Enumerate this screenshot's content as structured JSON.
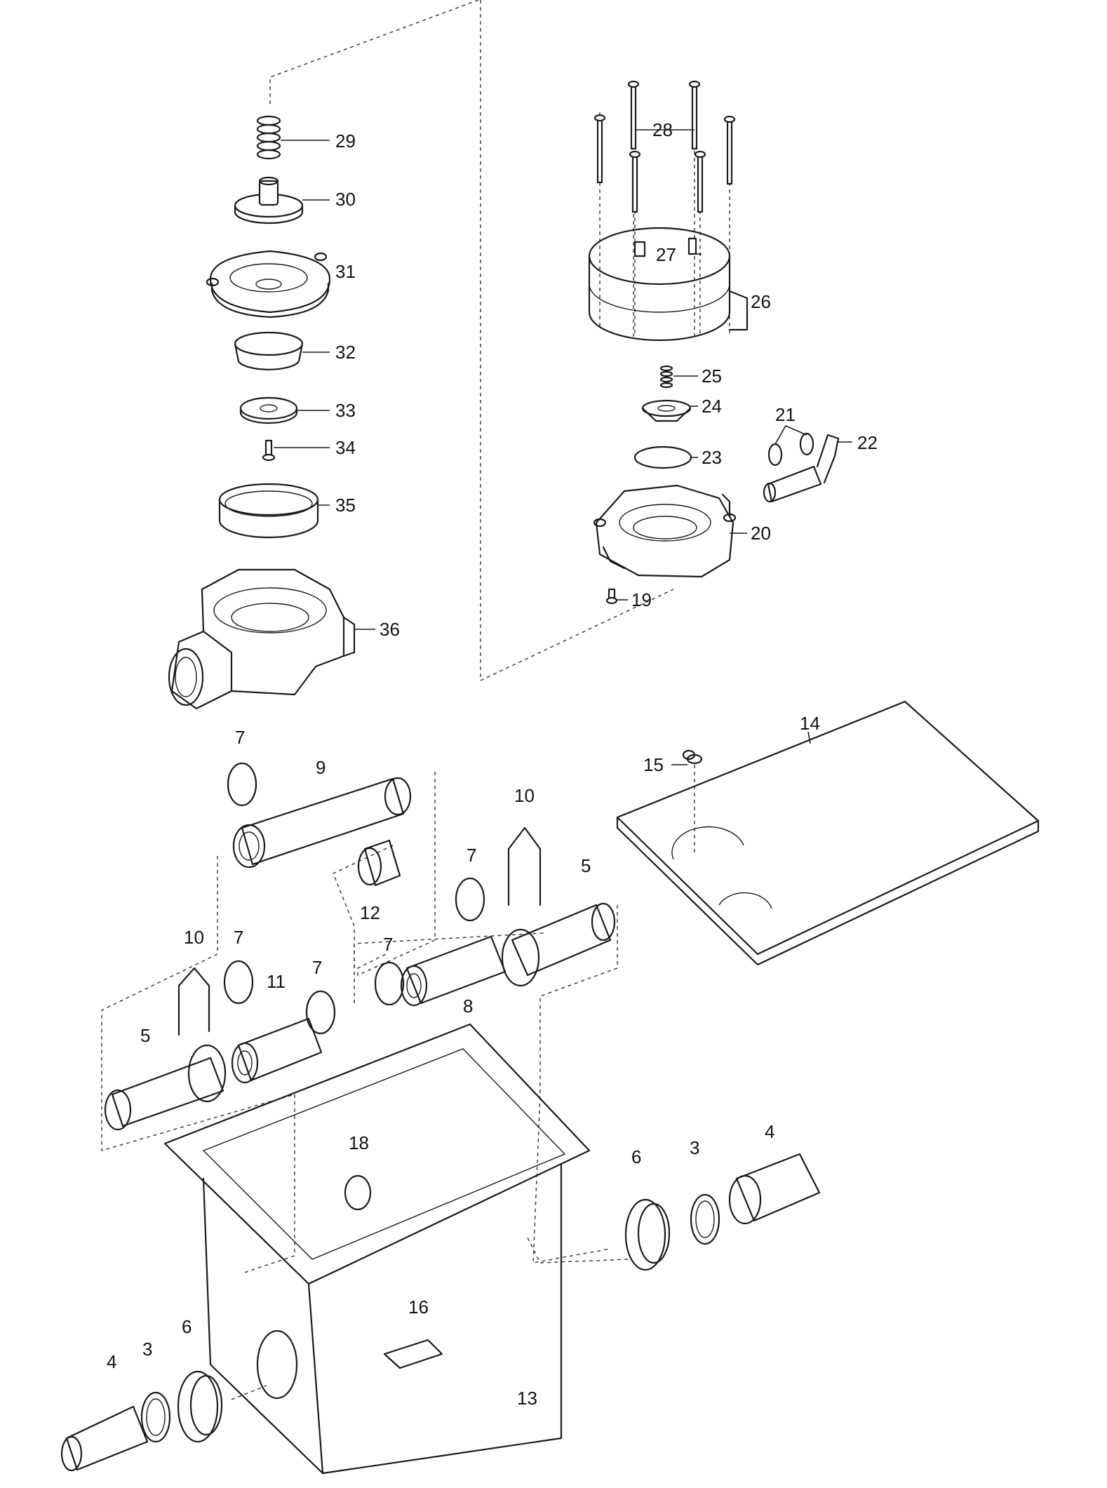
{
  "diagram": {
    "callouts": [
      {
        "id": "29",
        "text": "29"
      },
      {
        "id": "30",
        "text": "30"
      },
      {
        "id": "31",
        "text": "31"
      },
      {
        "id": "32",
        "text": "32"
      },
      {
        "id": "33",
        "text": "33"
      },
      {
        "id": "34",
        "text": "34"
      },
      {
        "id": "35",
        "text": "35"
      },
      {
        "id": "36",
        "text": "36"
      },
      {
        "id": "28",
        "text": "28"
      },
      {
        "id": "27",
        "text": "27"
      },
      {
        "id": "26",
        "text": "26"
      },
      {
        "id": "25",
        "text": "25"
      },
      {
        "id": "24",
        "text": "24"
      },
      {
        "id": "23",
        "text": "23"
      },
      {
        "id": "21",
        "text": "21"
      },
      {
        "id": "22",
        "text": "22"
      },
      {
        "id": "20",
        "text": "20"
      },
      {
        "id": "19",
        "text": "19"
      },
      {
        "id": "14",
        "text": "14"
      },
      {
        "id": "15",
        "text": "15"
      },
      {
        "id": "7a",
        "text": "7"
      },
      {
        "id": "9",
        "text": "9"
      },
      {
        "id": "12",
        "text": "12"
      },
      {
        "id": "10a",
        "text": "10"
      },
      {
        "id": "10b",
        "text": "10"
      },
      {
        "id": "7b",
        "text": "7"
      },
      {
        "id": "7c",
        "text": "7"
      },
      {
        "id": "7d",
        "text": "7"
      },
      {
        "id": "7e",
        "text": "7"
      },
      {
        "id": "5a",
        "text": "5"
      },
      {
        "id": "5b",
        "text": "5"
      },
      {
        "id": "11",
        "text": "11"
      },
      {
        "id": "8",
        "text": "8"
      },
      {
        "id": "18",
        "text": "18"
      },
      {
        "id": "6a",
        "text": "6"
      },
      {
        "id": "3a",
        "text": "3"
      },
      {
        "id": "4a",
        "text": "4"
      },
      {
        "id": "16",
        "text": "16"
      },
      {
        "id": "4b",
        "text": "4"
      },
      {
        "id": "3b",
        "text": "3"
      },
      {
        "id": "6b",
        "text": "6"
      },
      {
        "id": "13",
        "text": "13"
      }
    ]
  }
}
